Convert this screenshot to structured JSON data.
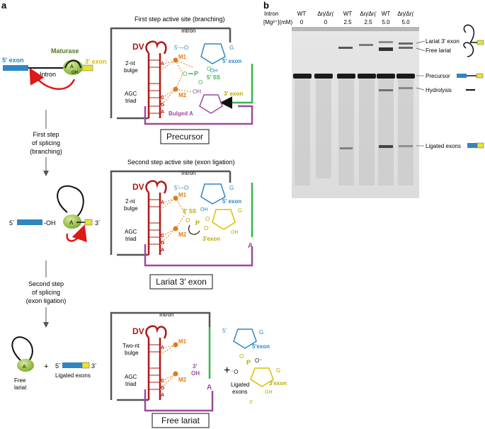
{
  "panels": {
    "a": "a",
    "b": "b"
  },
  "colors": {
    "dv": "#b01818",
    "metal": "#e07b1a",
    "exon5": "#2f86c0",
    "exon3": "#d7d21a",
    "bulged": "#9b4a9e",
    "intron_green": "#39b54a",
    "maturase": "#8fbf3a",
    "red_arrow": "#e01818",
    "grey_line": "#555555",
    "lariat": "#111111"
  },
  "schematic": {
    "exon5_label": "5' exon",
    "exon3_label": "3' exon",
    "maturase_label": "Maturase",
    "intron_label": "Intron",
    "oh_label": "OH",
    "a_label": "A",
    "step1": [
      "First step",
      "of splicing",
      "(branching)"
    ],
    "step2": [
      "Second step",
      "of splicing",
      "(exon ligation)"
    ],
    "mid_5": "5´",
    "mid_oh": "-OH",
    "mid_a": "A",
    "mid_3": "3´",
    "free_lariat": [
      "Free",
      "lariat"
    ],
    "plus": "+",
    "lig_5": "5´",
    "lig_3": "3´",
    "ligated_exons": "Ligated exons"
  },
  "structures": {
    "s1": {
      "header": "First step active site (branching)",
      "intron": "Intron",
      "dv": "DV",
      "bulge": [
        "2-nt",
        "bulge"
      ],
      "agc": [
        "AGC",
        "triad"
      ],
      "m1": "M1",
      "m2": "M2",
      "five_prime": "5'—O",
      "g": "G",
      "exon5": "5' exon",
      "ss": "5' SS",
      "exon3": "3' exon",
      "oh": "OH",
      "bulged": "Bulged A",
      "box": "Precursor"
    },
    "s2": {
      "header": "Second step active site (exon ligation)",
      "intron": "Intron",
      "dv": "DV",
      "bulge": [
        "2-nt",
        "bulge"
      ],
      "agc": [
        "AGC",
        "triad"
      ],
      "m1": "M1",
      "m2": "M2",
      "five_prime": "5'—O",
      "g": "G",
      "exon5": "5' exon",
      "ss": "3' SS",
      "exon3": "3'exon",
      "a": "A",
      "oh": "OH",
      "box": "Lariat 3′ exon"
    },
    "s3": {
      "intron": "Intron",
      "dv": "DV",
      "bulge": [
        "Two-nt",
        "bulge"
      ],
      "agc": [
        "AGC",
        "triad"
      ],
      "m1": "M1",
      "m2": "M2",
      "oh3": [
        "3'",
        "OH"
      ],
      "a": "A",
      "plus": "+",
      "exon5": "5'exon",
      "exon3": "3'exon",
      "g": "G",
      "ligated": [
        "Ligated",
        "exons"
      ],
      "box": "Free lariat"
    }
  },
  "gel": {
    "header_left": "Intron",
    "header_mg": "[Mg²⁺](mM)",
    "lanes": [
      {
        "label": "WT",
        "mg": "0"
      },
      {
        "label": "Δη/Δη'",
        "mg": "0"
      },
      {
        "label": "WT",
        "mg": "2.5"
      },
      {
        "label": "Δη/Δη'",
        "mg": "2.5"
      },
      {
        "label": "WT",
        "mg": "5.0"
      },
      {
        "label": "Δη/Δη'",
        "mg": "5.0"
      }
    ],
    "band_labels": [
      "Lariat 3' exon",
      "Free lariat",
      "Precursor",
      "Hydrolysis",
      "Ligated exons"
    ]
  }
}
